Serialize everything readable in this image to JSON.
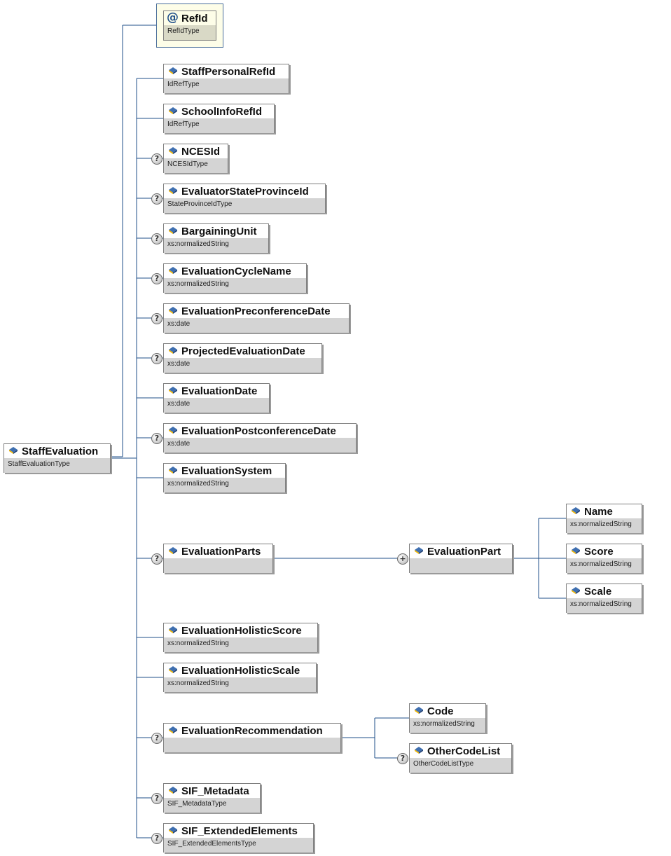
{
  "root": {
    "name": "StaffEvaluation",
    "type": "StaffEvaluationType"
  },
  "attribute": {
    "name": "RefId",
    "type": "RefIdType"
  },
  "elements": [
    {
      "name": "StaffPersonalRefId",
      "type": "IdRefType",
      "optional": false
    },
    {
      "name": "SchoolInfoRefId",
      "type": "IdRefType",
      "optional": false
    },
    {
      "name": "NCESId",
      "type": "NCESIdType",
      "optional": true
    },
    {
      "name": "EvaluatorStateProvinceId",
      "type": "StateProvinceIdType",
      "optional": true
    },
    {
      "name": "BargainingUnit",
      "type": "xs:normalizedString",
      "optional": true
    },
    {
      "name": "EvaluationCycleName",
      "type": "xs:normalizedString",
      "optional": true
    },
    {
      "name": "EvaluationPreconferenceDate",
      "type": "xs:date",
      "optional": true
    },
    {
      "name": "ProjectedEvaluationDate",
      "type": "xs:date",
      "optional": true
    },
    {
      "name": "EvaluationDate",
      "type": "xs:date",
      "optional": false
    },
    {
      "name": "EvaluationPostconferenceDate",
      "type": "xs:date",
      "optional": true
    },
    {
      "name": "EvaluationSystem",
      "type": "xs:normalizedString",
      "optional": false
    },
    {
      "name": "EvaluationParts",
      "type": "",
      "optional": true
    },
    {
      "name": "EvaluationHolisticScore",
      "type": "xs:normalizedString",
      "optional": false
    },
    {
      "name": "EvaluationHolisticScale",
      "type": "xs:normalizedString",
      "optional": false
    },
    {
      "name": "EvaluationRecommendation",
      "type": "",
      "optional": true
    },
    {
      "name": "SIF_Metadata",
      "type": "SIF_MetadataType",
      "optional": true
    },
    {
      "name": "SIF_ExtendedElements",
      "type": "SIF_ExtendedElementsType",
      "optional": true
    }
  ],
  "evaluation_part": {
    "name": "EvaluationPart",
    "type": "",
    "badge": "+",
    "children": [
      {
        "name": "Name",
        "type": "xs:normalizedString"
      },
      {
        "name": "Score",
        "type": "xs:normalizedString"
      },
      {
        "name": "Scale",
        "type": "xs:normalizedString"
      }
    ]
  },
  "recommendation_children": [
    {
      "name": "Code",
      "type": "xs:normalizedString",
      "optional": false
    },
    {
      "name": "OtherCodeList",
      "type": "OtherCodeListType",
      "optional": true
    }
  ],
  "icons": {
    "optional": "question-mark-badge-icon",
    "element": "element-icon",
    "attribute": "at-sign-icon"
  },
  "colors": {
    "connector": "#1f4f8a",
    "type_bar": "#d4d4d4",
    "attribute_bg": "#fdfde8"
  },
  "glyphs": {
    "optional": "?",
    "attribute": "@"
  }
}
